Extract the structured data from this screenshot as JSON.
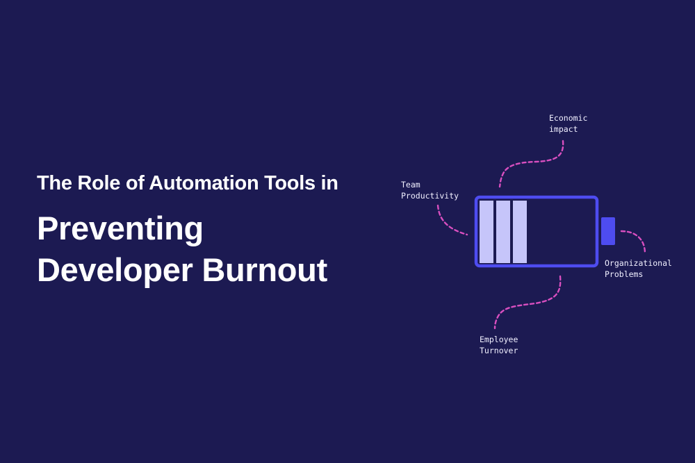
{
  "title": {
    "line1": "The Role of Automation Tools in",
    "line2": "Preventing",
    "line3": "Developer Burnout"
  },
  "diagram": {
    "icon": "battery-icon",
    "charge_cells_filled": 3,
    "labels": {
      "economic_1": "Economic",
      "economic_2": "impact",
      "team_1": "Team",
      "team_2": "Productivity",
      "org_1": "Organizational",
      "org_2": "Problems",
      "employee_1": "Employee",
      "employee_2": "Turnover"
    }
  },
  "colors": {
    "background": "#1c1a52",
    "battery_outline": "#4e4cf0",
    "battery_cell": "#c6c5fa",
    "connector_dash": "#d94fc0",
    "text": "#ffffff"
  }
}
